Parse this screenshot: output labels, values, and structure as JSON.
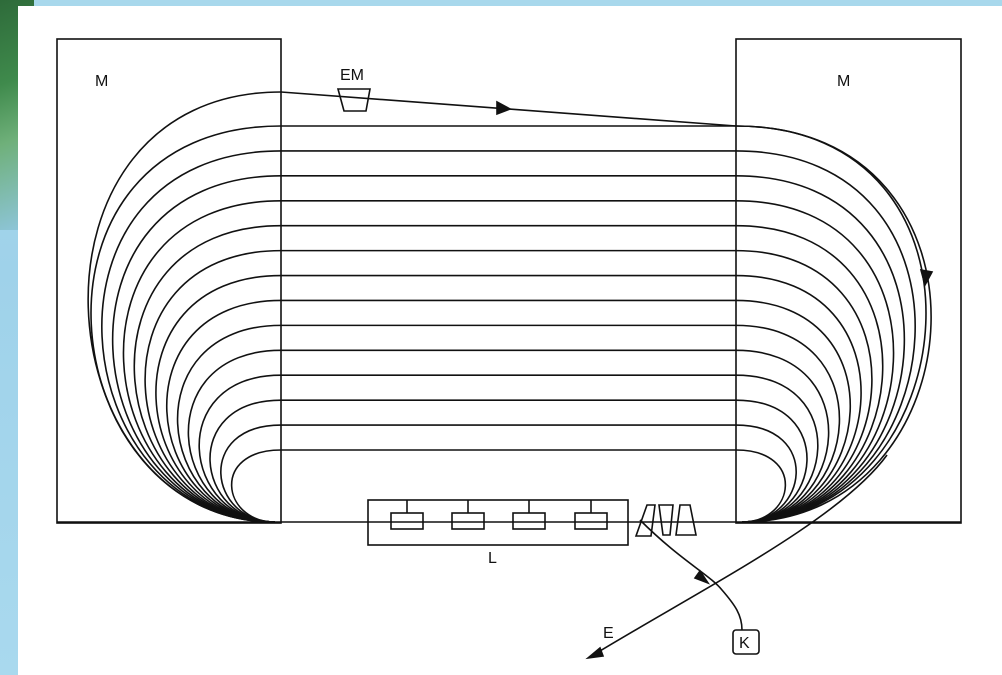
{
  "diagram": {
    "labels": {
      "left_block": "M",
      "right_block": "M",
      "top_marker": "EM",
      "bottom_bar": "L",
      "exit": "E",
      "box": "K"
    },
    "colors": {
      "line": "#111111",
      "background": "#ffffff",
      "frame": "#a8d8ec"
    },
    "lanes": 14
  }
}
